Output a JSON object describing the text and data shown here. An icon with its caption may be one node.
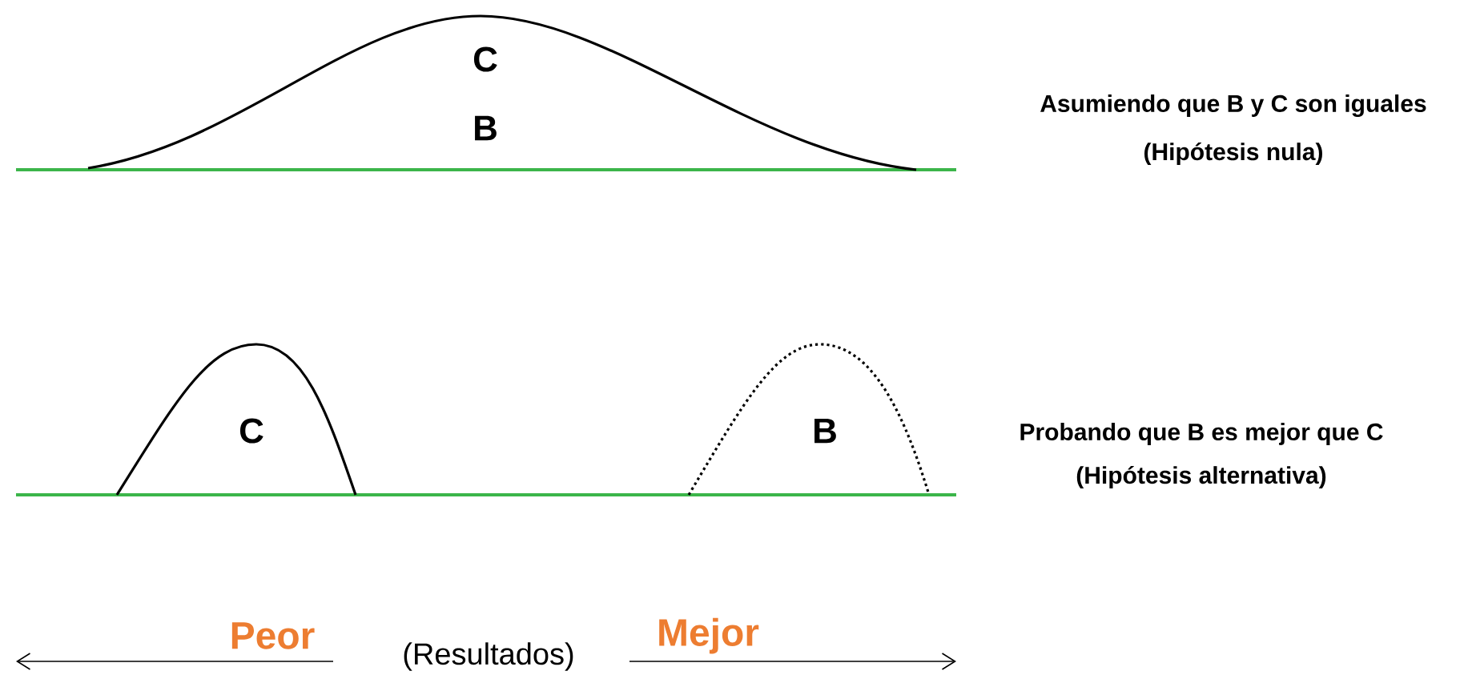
{
  "diagram": {
    "labels": [
      "C",
      "B",
      "Asumiendo que B y C son iguales",
      "(Hipótesis nula)",
      "C",
      "B",
      "Probando que B es mejor que C",
      "(Hipótesis alternativa)",
      "Peor",
      "(Resultados)",
      "Mejor"
    ]
  }
}
